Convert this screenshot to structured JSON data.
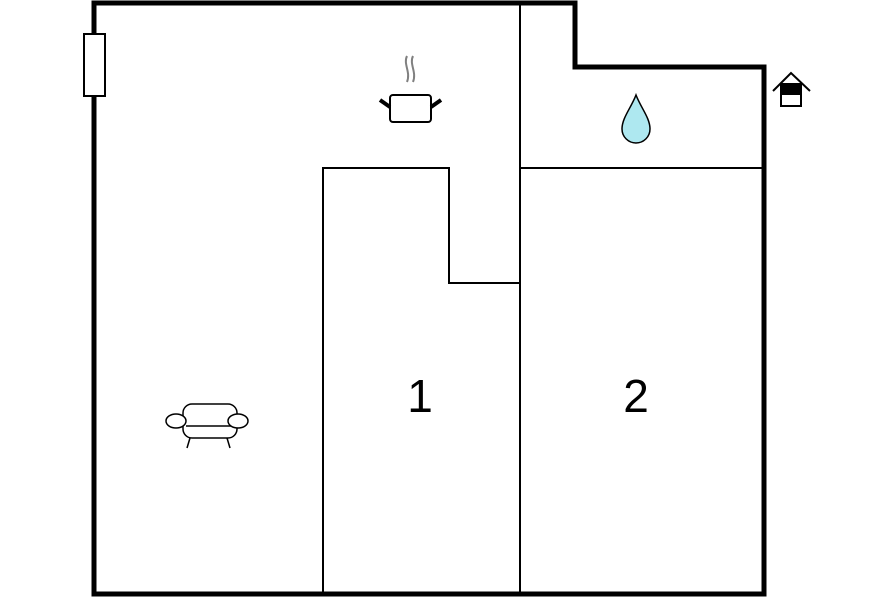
{
  "rooms": [
    {
      "id": "living-kitchen",
      "label": "",
      "icons": [
        "sofa-icon",
        "cooking-pot-icon"
      ]
    },
    {
      "id": "bedroom-1",
      "label": "1"
    },
    {
      "id": "bedroom-2",
      "label": "2"
    },
    {
      "id": "bathroom",
      "label": "",
      "icons": [
        "water-drop-icon"
      ]
    }
  ],
  "icons": {
    "sofa": "sofa-icon",
    "cooking": "cooking-pot-icon",
    "water": "water-drop-icon",
    "entrance": "house-entrance-icon",
    "window": "window-marker"
  },
  "colors": {
    "wall": "#000000",
    "water_fill": "#aee8f0",
    "steam": "#808080",
    "background": "#ffffff"
  }
}
